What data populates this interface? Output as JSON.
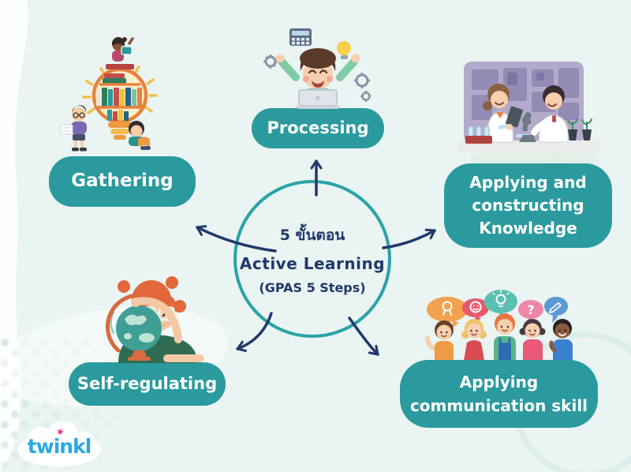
{
  "page": {
    "background_color": "#e9f4f3",
    "type": "educational-infographic"
  },
  "center_circle": {
    "line1": "5 ขั้นตอน",
    "line2": "Active Learning",
    "line3": "(GPAS 5 Steps)"
  },
  "steps": [
    {
      "id": "gathering",
      "label": "Gathering",
      "illustration": "lightbulb-bookshelf-with-kids"
    },
    {
      "id": "processing",
      "label": "Processing",
      "illustration": "boy-celebrating-at-laptop"
    },
    {
      "id": "applying-constructing-knowledge",
      "label": "Applying and constructing Knowledge",
      "lines": [
        "Applying and",
        "constructing",
        "Knowledge"
      ],
      "illustration": "kids-science-lab-microscope"
    },
    {
      "id": "self-regulating",
      "label": "Self-regulating",
      "illustration": "girl-with-globe"
    },
    {
      "id": "applying-communication-skill",
      "label": "Applying communication skill",
      "lines": [
        "Applying",
        "communication skill"
      ],
      "illustration": "kids-talking-speech-bubbles"
    }
  ],
  "speech_bubble_icons": {
    "list": [
      "medal",
      "smiley-face",
      "lightbulb",
      "question-mark",
      "pencil"
    ],
    "question_glyph": "?"
  },
  "logo": {
    "text": "twinkl",
    "star_glyph": "★"
  },
  "colors": {
    "pill_teal": "#2b9a9e",
    "navy_text_arrows": "#21386b",
    "circle_border": "#2aa3a6",
    "background": "#e9f4f3",
    "logo_blue": "#2aa9e1",
    "logo_star_pink": "#e8338a"
  }
}
